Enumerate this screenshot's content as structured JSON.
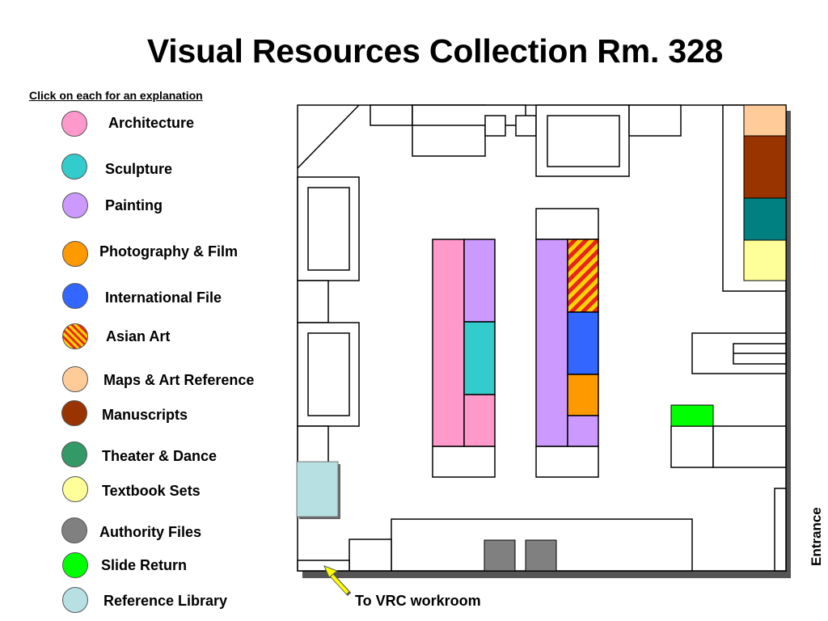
{
  "title": "Visual Resources Collection Rm. 328",
  "instruction": "Click on each for an explanation",
  "legend": [
    {
      "label": "Architecture",
      "color": "#ff99cc"
    },
    {
      "label": "Sculpture",
      "color": "#33cccc"
    },
    {
      "label": "Painting",
      "color": "#cc99ff"
    },
    {
      "label": "Photography & Film",
      "color": "#ff9900"
    },
    {
      "label": "International File",
      "color": "#3366ff"
    },
    {
      "label": "Asian Art",
      "color": "hatch-red-yellow"
    },
    {
      "label": "Maps & Art Reference",
      "color": "#ffcc99"
    },
    {
      "label": "Manuscripts",
      "color": "#993300"
    },
    {
      "label": "Theater & Dance",
      "color": "#339966"
    },
    {
      "label": "Textbook Sets",
      "color": "#ffff99"
    },
    {
      "label": "Authority Files",
      "color": "#808080"
    },
    {
      "label": "Slide Return",
      "color": "#00ff00"
    },
    {
      "label": "Reference Library",
      "color": "#b7e0e2"
    }
  ],
  "floorplan": {
    "entrance_label": "Entrance",
    "workroom_label": "To VRC workroom"
  }
}
